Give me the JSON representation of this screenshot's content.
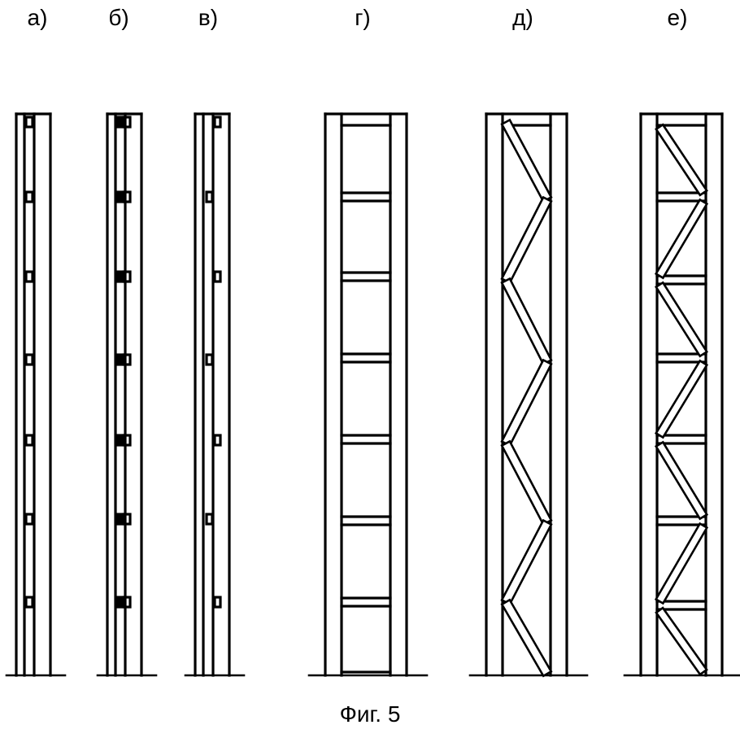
{
  "figure": {
    "caption": "Фиг. 5",
    "panels": [
      {
        "label": "а)",
        "type": "single-post",
        "cleat_style": "open-both"
      },
      {
        "label": "б)",
        "type": "single-post",
        "cleat_style": "filled-both"
      },
      {
        "label": "в)",
        "type": "single-post",
        "cleat_style": "alternating"
      },
      {
        "label": "г)",
        "type": "ladder-frame"
      },
      {
        "label": "д)",
        "type": "zigzag-truss"
      },
      {
        "label": "е)",
        "type": "braced-truss"
      }
    ]
  }
}
